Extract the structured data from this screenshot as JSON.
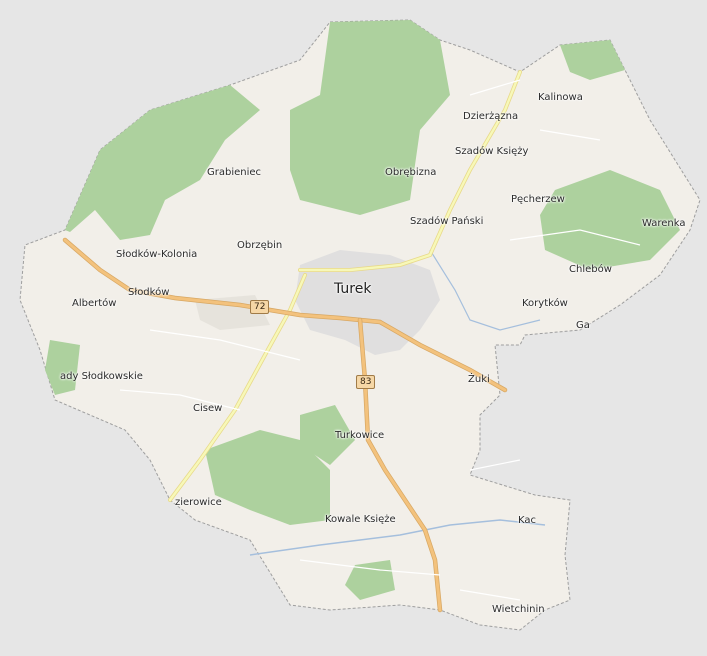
{
  "labels": {
    "kalinowa": "Kalinowa",
    "dzierzazna": "Dzierżązna",
    "szadow_ksiezy": "Szadów Księży",
    "grabieniec": "Grabieniec",
    "obrebizna": "Obrębizna",
    "pecherzew": "Pęcherzew",
    "szadow_panski": "Szadów Pański",
    "warenka": "Warenka",
    "slodkow_kolonia": "Słodków-Kolonia",
    "obrzebin": "Obrzębin",
    "chlebow": "Chlebów",
    "turek": "Turek",
    "albertow": "Albertów",
    "slodkow": "Słodków",
    "korytkow": "Korytków",
    "ga": "Ga",
    "ady_slodkowskie": "ady Słodkowskie",
    "zuki": "Żuki",
    "cisew": "Cisew",
    "turkowice": "Turkowice",
    "zierowice": "zierowice",
    "kac": "Kac",
    "kowale_ksieze": "Kowale Księże",
    "wietchinin": "Wietchinin"
  },
  "road_shields": {
    "r72": "72",
    "r83": "83"
  },
  "colors": {
    "background": "#e6e6e6",
    "land": "#f2efe9",
    "forest": "#add19e",
    "urban": "#e0dfdf",
    "major_road": "#f3c27d",
    "secondary_road": "#f7f8b8",
    "water": "#a5bfdd",
    "boundary": "#9e9e9e"
  }
}
